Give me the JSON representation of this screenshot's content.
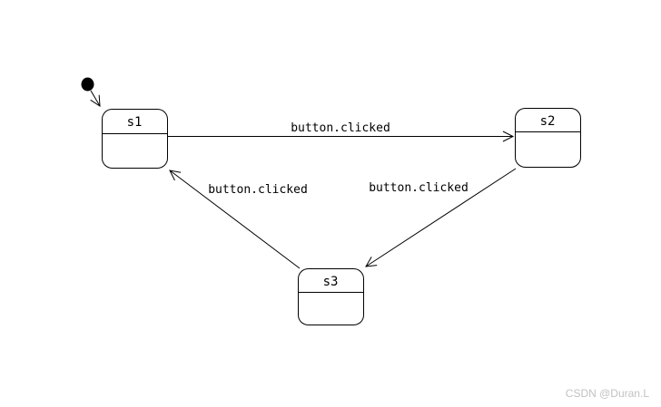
{
  "diagram": {
    "type": "uml-state-machine",
    "background_color": "#ffffff",
    "line_color": "#000000",
    "initial_state": {
      "shape": "filled-dot",
      "target": "s1"
    },
    "states": [
      {
        "id": "s1",
        "label": "s1"
      },
      {
        "id": "s2",
        "label": "s2"
      },
      {
        "id": "s3",
        "label": "s3"
      }
    ],
    "transitions": [
      {
        "from": "initial",
        "to": "s1",
        "label": ""
      },
      {
        "from": "s1",
        "to": "s2",
        "label": "button.clicked"
      },
      {
        "from": "s2",
        "to": "s3",
        "label": "button.clicked"
      },
      {
        "from": "s3",
        "to": "s1",
        "label": "button.clicked"
      }
    ]
  },
  "watermark": {
    "text": "CSDN @Duran.L",
    "color": "#c2c2c2"
  }
}
